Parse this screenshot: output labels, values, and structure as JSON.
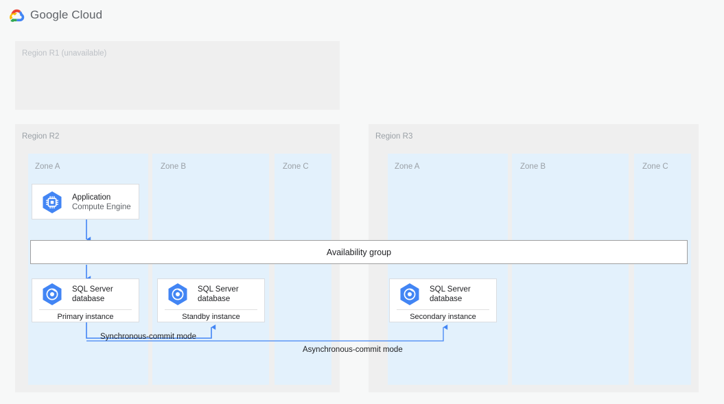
{
  "header": {
    "product_name": "Google Cloud",
    "logo_colors": {
      "red": "#ea4335",
      "yellow": "#fbbc04",
      "green": "#34a853",
      "blue": "#4285f4"
    }
  },
  "colors": {
    "page_background": "#f7f8f8",
    "region_background": "#efefef",
    "zone_background": "#e3f1fc",
    "card_background": "#ffffff",
    "card_border": "#dadce0",
    "icon_blue": "#4285f4",
    "connector_blue": "#4285f4",
    "label_gray": "#9aa0a6",
    "disabled_gray": "#bdc1c6",
    "availability_border": "#9e9e9e"
  },
  "regions": [
    {
      "id": "r1",
      "label": "Region R1 (unavailable)",
      "state": "unavailable",
      "zones": []
    },
    {
      "id": "r2",
      "label": "Region R2",
      "state": "available",
      "zones": [
        {
          "id": "r2-zone-a",
          "label": "Zone A"
        },
        {
          "id": "r2-zone-b",
          "label": "Zone B"
        },
        {
          "id": "r2-zone-c",
          "label": "Zone C"
        }
      ]
    },
    {
      "id": "r3",
      "label": "Region R3",
      "state": "available",
      "zones": [
        {
          "id": "r3-zone-a",
          "label": "Zone A"
        },
        {
          "id": "r3-zone-b",
          "label": "Zone B"
        },
        {
          "id": "r3-zone-c",
          "label": "Zone C"
        }
      ]
    }
  ],
  "nodes": [
    {
      "id": "application",
      "icon": "compute-engine-icon",
      "title": "Application",
      "subtitle": "Compute Engine",
      "footer": null,
      "region": "r2",
      "zone": "Zone A"
    },
    {
      "id": "primary-db",
      "icon": "sql-server-database-icon",
      "title": "SQL Server\ndatabase",
      "subtitle": null,
      "footer": "Primary instance",
      "region": "r2",
      "zone": "Zone A"
    },
    {
      "id": "standby-db",
      "icon": "sql-server-database-icon",
      "title": "SQL Server\ndatabase",
      "subtitle": null,
      "footer": "Standby instance",
      "region": "r2",
      "zone": "Zone B"
    },
    {
      "id": "secondary-db",
      "icon": "sql-server-database-icon",
      "title": "SQL Server\ndatabase",
      "subtitle": null,
      "footer": "Secondary instance",
      "region": "r3",
      "zone": "Zone A"
    }
  ],
  "availability_group": {
    "label": "Availability group"
  },
  "connections": [
    {
      "id": "sync-commit",
      "label": "Synchronous-commit mode",
      "from": "primary-db",
      "to": "standby-db"
    },
    {
      "id": "async-commit",
      "label": "Asynchronous-commit mode",
      "from": "primary-db",
      "to": "secondary-db"
    },
    {
      "id": "app-to-availability-group",
      "label": "",
      "from": "application",
      "to": "availability-group"
    },
    {
      "id": "availability-group-to-primary",
      "label": "",
      "from": "availability-group",
      "to": "primary-db"
    }
  ]
}
